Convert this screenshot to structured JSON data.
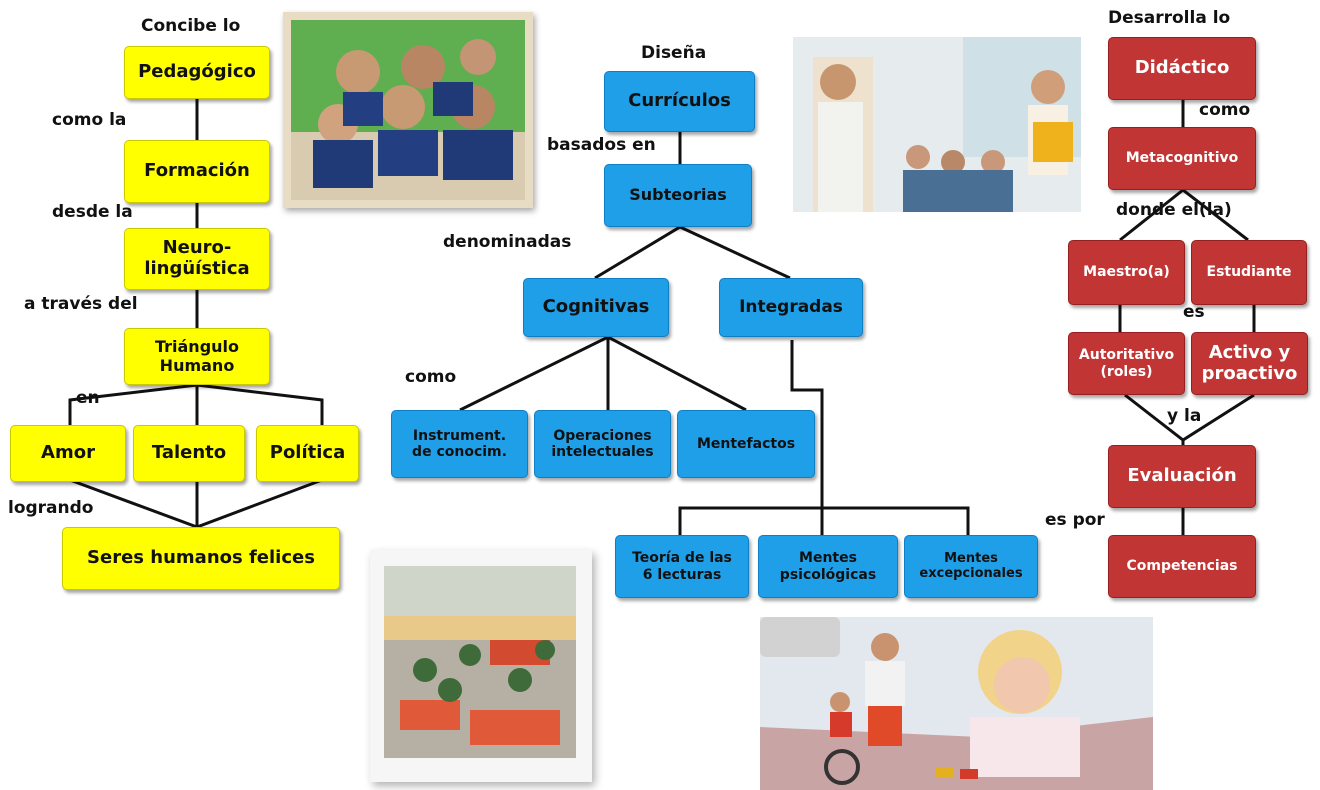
{
  "pedagogico": {
    "top_label": "Concibe lo",
    "pedagogico": "Pedagógico",
    "link1": "como la",
    "formacion": "Formación",
    "link2": "desde la",
    "neuro": "Neuro-\nlingüística",
    "link3": "a través del",
    "triangulo": "Triángulo\nHumano",
    "link4": "en",
    "amor": "Amor",
    "talento": "Talento",
    "politica": "Política",
    "link5": "logrando",
    "seres": "Seres humanos felices"
  },
  "curricular": {
    "top_label": "Diseña",
    "curriculos": "Currículos",
    "link1": "basados en",
    "subteorias": "Subteorias",
    "link2": "denominadas",
    "cognitivas": "Cognitivas",
    "integradas": "Integradas",
    "link3": "como",
    "instrument": "Instrument.\nde  conocim.",
    "operaciones": "Operaciones\nintelectuales",
    "mentefactos": "Mentefactos",
    "teoria": "Teoría de las\n6 lecturas",
    "psicologicas": "Mentes\npsicológicas",
    "excepcionales": "Mentes\nexcepcionales"
  },
  "didactico": {
    "top_label": "Desarrolla lo",
    "didactico": "Didáctico",
    "link1": "como",
    "metacognitivo": "Metacognitivo",
    "link2": "donde el(la)",
    "maestro": "Maestro(a)",
    "estudiante": "Estudiante",
    "link3": "es",
    "autoritativo": "Autoritativo\n(roles)",
    "activo": "Activo y\nproactivo",
    "link4": "y la",
    "evaluacion": "Evaluación",
    "link5": "es por",
    "competencias": "Competencias"
  },
  "colors": {
    "yellow": "#ffff00",
    "blue": "#1f9fe8",
    "red": "#c23535"
  }
}
